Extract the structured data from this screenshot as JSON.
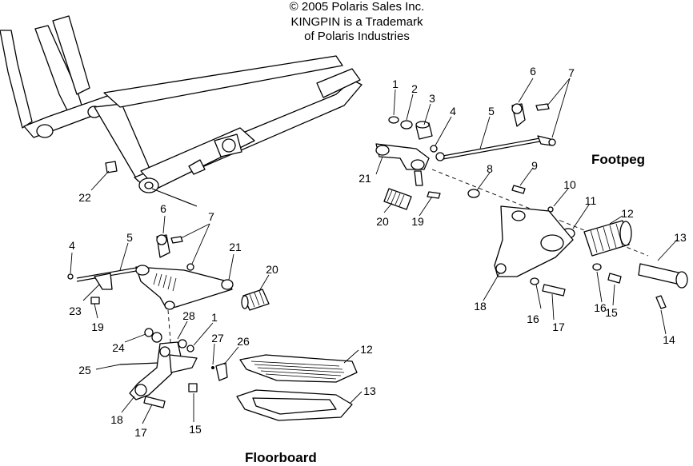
{
  "header": {
    "copyright": "© 2005 Polaris Sales Inc.",
    "trademark_line1": "KINGPIN is a Trademark",
    "trademark_line2": "of Polaris Industries"
  },
  "sections": {
    "footpeg": "Footpeg",
    "floorboard": "Floorboard"
  },
  "frame_labels": [
    "22"
  ],
  "footpeg_labels": [
    "1",
    "2",
    "3",
    "4",
    "5",
    "6",
    "7",
    "8",
    "9",
    "10",
    "11",
    "12",
    "13",
    "14",
    "15",
    "16",
    "16",
    "17",
    "18",
    "19",
    "20",
    "21"
  ],
  "floorboard_labels": [
    "1",
    "4",
    "5",
    "6",
    "7",
    "12",
    "13",
    "15",
    "17",
    "18",
    "19",
    "20",
    "21",
    "23",
    "24",
    "25",
    "26",
    "27",
    "28"
  ]
}
